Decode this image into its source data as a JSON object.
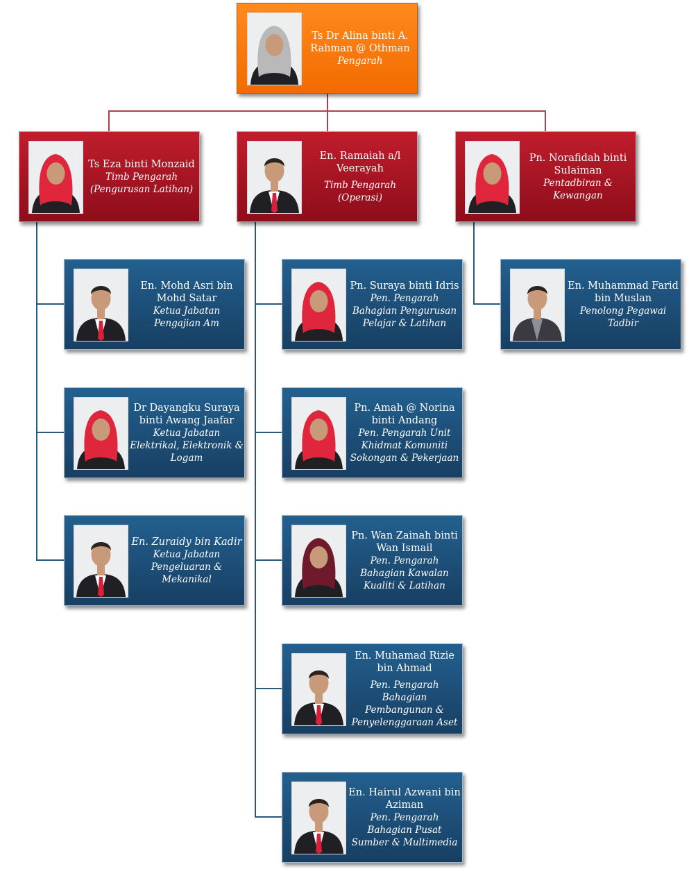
{
  "director": {
    "name": "Ts Dr Alina binti A. Rahman @ Othman",
    "role": "Pengarah",
    "photo": "woman-grey-hijab-portrait"
  },
  "deputies": [
    {
      "name": "Ts Eza binti Monzaid",
      "role": "Timb Pengarah (Pengurusan Latihan)",
      "photo": "woman-red-hijab-portrait"
    },
    {
      "name": "En. Ramaiah a/l Veerayah",
      "role": "Timb Pengarah (Operasi)",
      "photo": "man-red-tie-portrait"
    },
    {
      "name": "Pn. Norafidah binti Sulaiman",
      "role": "Pentadbiran & Kewangan",
      "photo": "woman-red-hijab-portrait"
    }
  ],
  "left_column": [
    {
      "name": "En. Mohd Asri bin Mohd Satar",
      "role": "Ketua Jabatan Pengajian Am",
      "photo": "man-red-tie-portrait"
    },
    {
      "name": "Dr Dayangku Suraya binti Awang Jaafar",
      "role": "Ketua Jabatan Elektrikal, Elektronik & Logam",
      "photo": "woman-red-hijab-portrait"
    },
    {
      "name": "En. Zuraidy bin Kadir",
      "role": "Ketua Jabatan Pengeluaran & Mekanikal",
      "photo": "man-red-tie-portrait"
    }
  ],
  "middle_column": [
    {
      "name": "Pn. Suraya binti Idris",
      "role": "Pen. Pengarah Bahagian Pengurusan Pelajar & Latihan",
      "photo": "woman-red-hijab-portrait"
    },
    {
      "name": "Pn. Amah @ Norina binti Andang",
      "role": "Pen. Pengarah Unit Khidmat Komuniti Sokongan & Pekerjaan",
      "photo": "woman-red-hijab-portrait"
    },
    {
      "name": "Pn. Wan Zainah binti Wan Ismail",
      "role": "Pen. Pengarah Bahagian Kawalan Kualiti & Latihan",
      "photo": "woman-maroon-hijab-portrait"
    },
    {
      "name": "En. Muhamad Rizie bin Ahmad",
      "role": "Pen. Pengarah Bahagian Pembangunan & Penyelenggaraan Aset",
      "photo": "man-red-tie-portrait"
    },
    {
      "name": "En. Hairul Azwani bin Aziman",
      "role": "Pen. Pengarah Bahagian Pusat Sumber & Multimedia",
      "photo": "man-red-tie-portrait"
    }
  ],
  "right_column": [
    {
      "name": "En. Muhammad Farid bin Muslan",
      "role": "Penolong Pegawai Tadbir",
      "photo": "man-batik-shirt-portrait"
    }
  ],
  "colors": {
    "director": "#f57a0a",
    "deputy": "#a0131f",
    "staff": "#1d4f7a",
    "connector": "#a5444b"
  }
}
